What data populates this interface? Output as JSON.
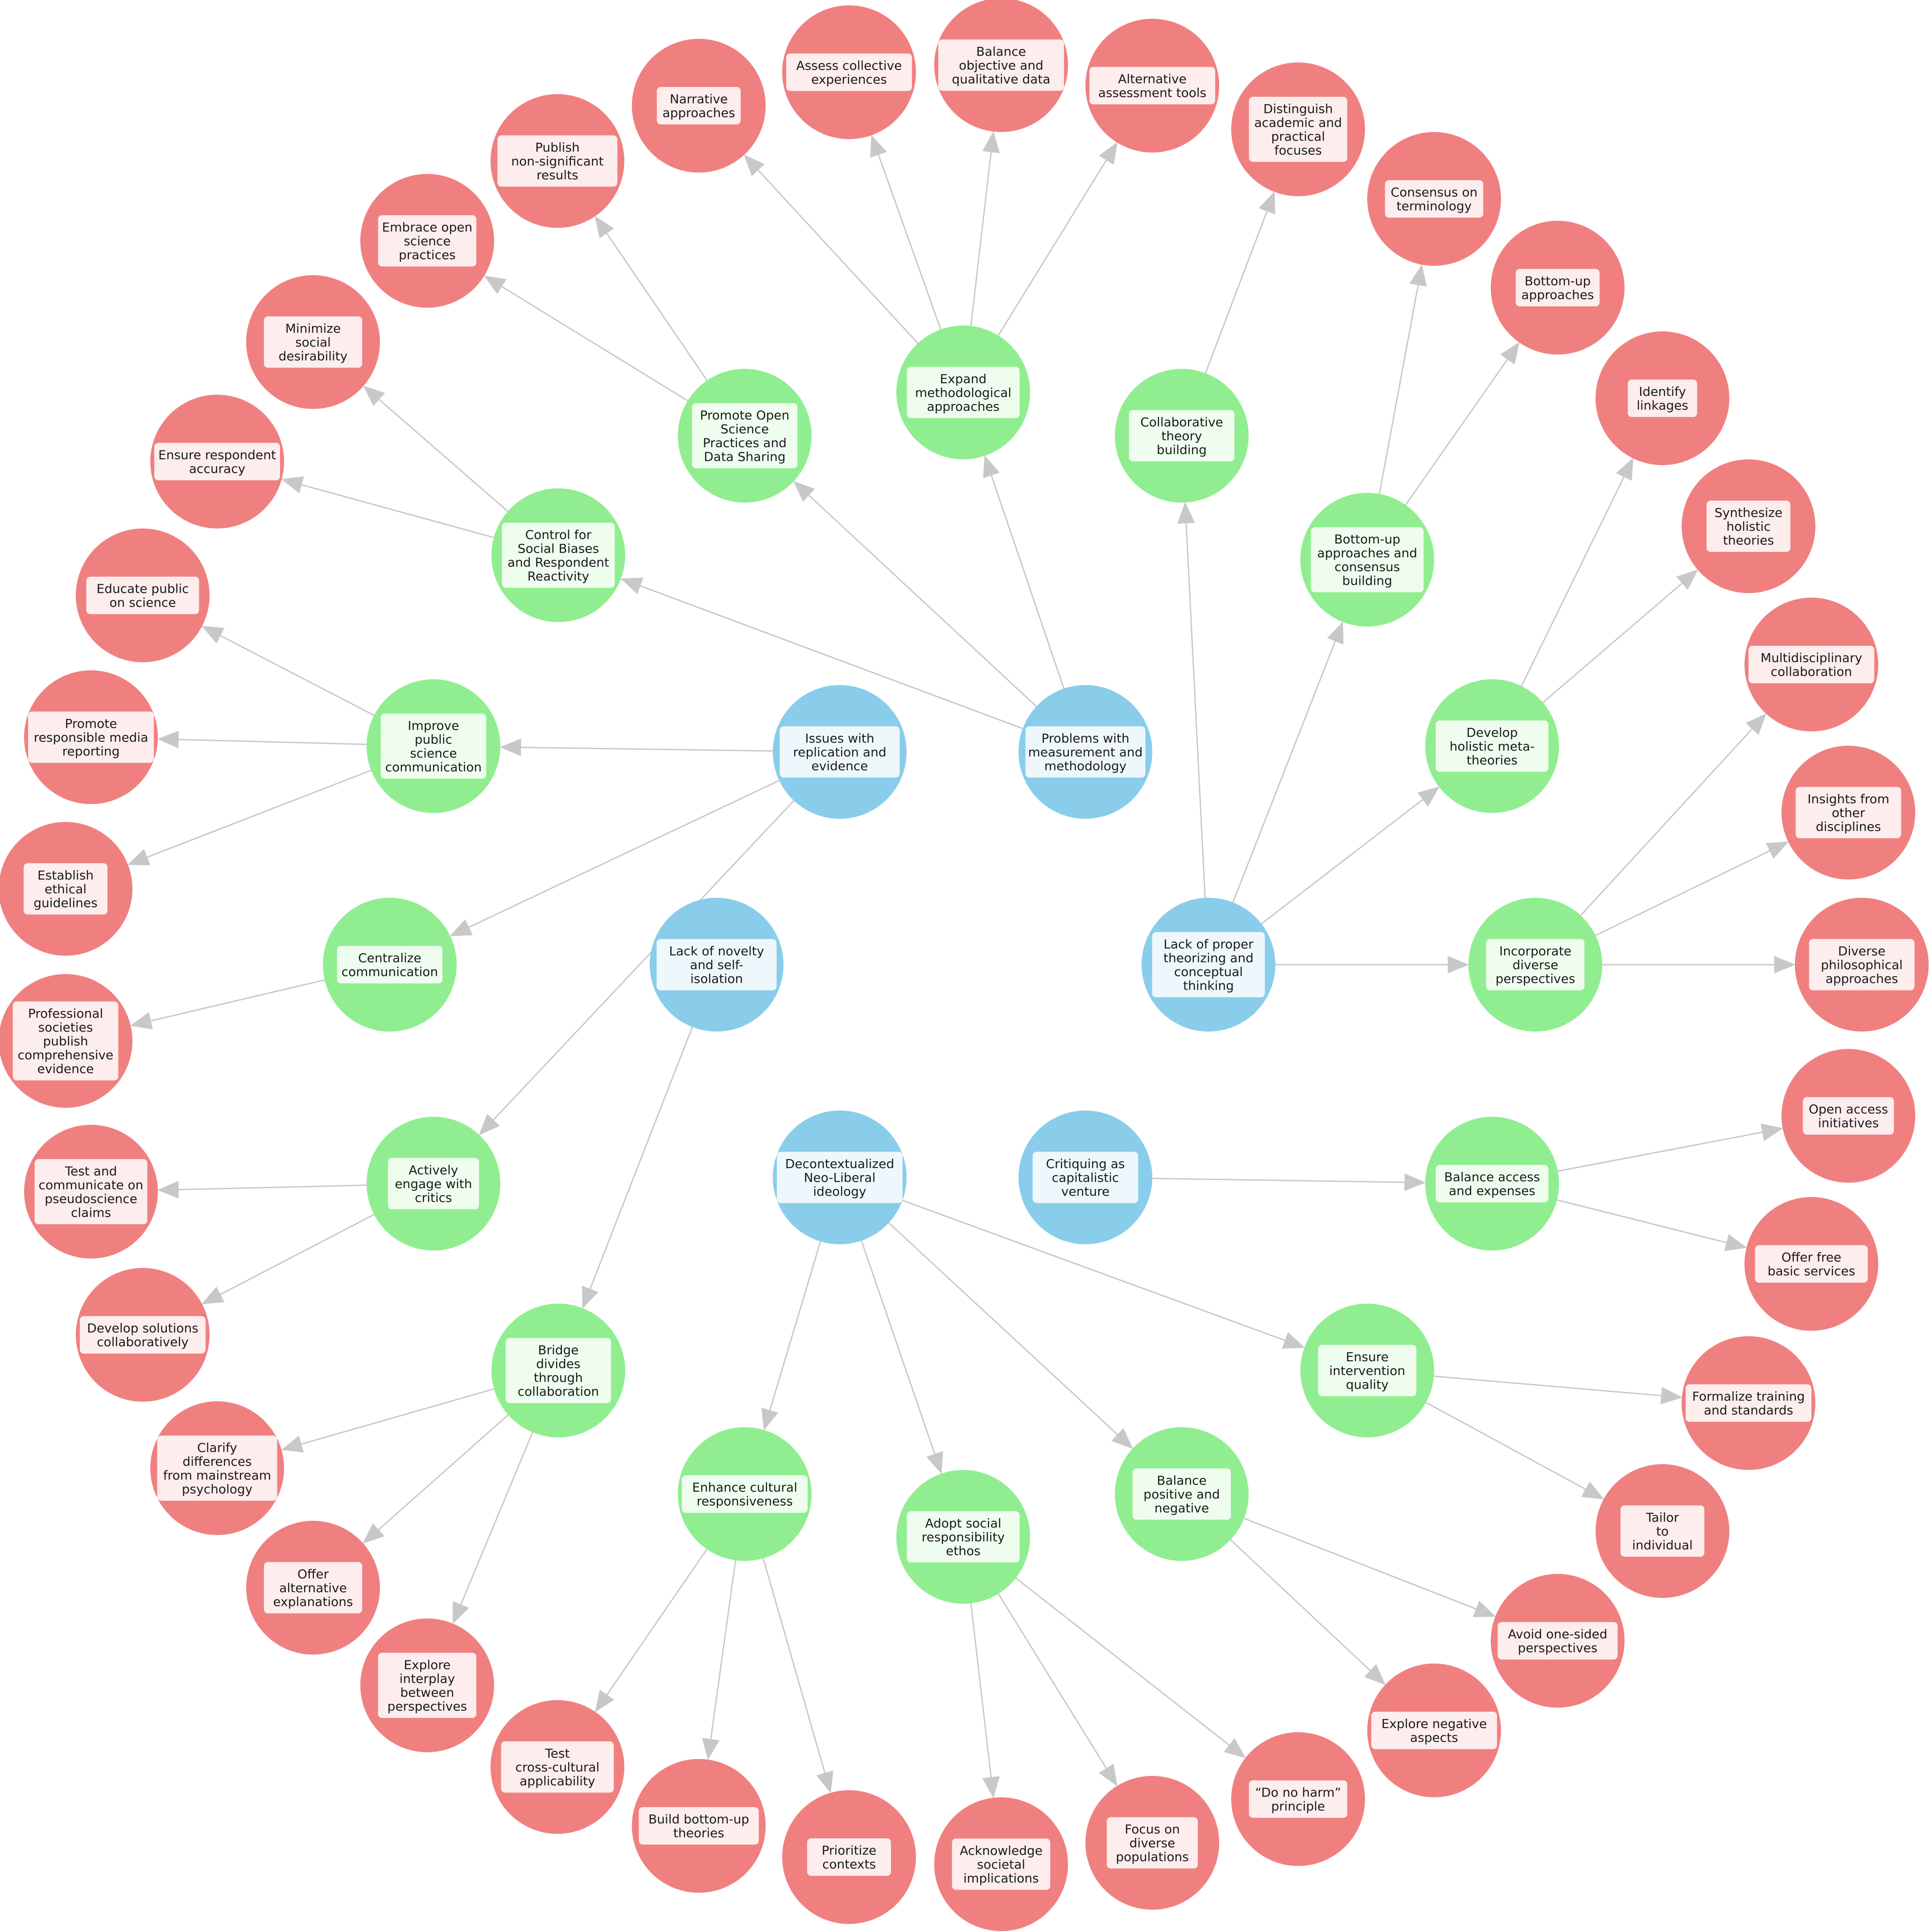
{
  "diagram": {
    "colors": {
      "problem": "#89cdeb",
      "solution": "#90ee90",
      "action": "#f08080",
      "edge": "#c8c8c8"
    },
    "nodes": [
      {
        "id": "p1",
        "type": "problem",
        "label": "Issues with replication and evidence"
      },
      {
        "id": "p2",
        "type": "problem",
        "label": "Problems with measurement and methodology"
      },
      {
        "id": "p3",
        "type": "problem",
        "label": "Lack of novelty and self-isolation"
      },
      {
        "id": "p4",
        "type": "problem",
        "label": "Lack of proper theorizing and conceptual thinking"
      },
      {
        "id": "p5",
        "type": "problem",
        "label": "Decontextualized Neo-Liberal ideology"
      },
      {
        "id": "p6",
        "type": "problem",
        "label": "Critiquing as capitalistic venture"
      },
      {
        "id": "s_pub",
        "type": "solution",
        "label": "Improve public science communication"
      },
      {
        "id": "s_cen",
        "type": "solution",
        "label": "Centralize communication"
      },
      {
        "id": "s_ctl",
        "type": "solution",
        "label": "Control for Social Biases and Respondent Reactivity"
      },
      {
        "id": "s_open",
        "type": "solution",
        "label": "Promote Open Science Practices and Data Sharing"
      },
      {
        "id": "s_exp",
        "type": "solution",
        "label": "Expand methodological approaches"
      },
      {
        "id": "s_eng",
        "type": "solution",
        "label": "Actively engage with critics"
      },
      {
        "id": "s_brd",
        "type": "solution",
        "label": "Bridge divides through collaboration"
      },
      {
        "id": "s_col",
        "type": "solution",
        "label": "Collaborative theory building"
      },
      {
        "id": "s_bot",
        "type": "solution",
        "label": "Bottom-up approaches and consensus building"
      },
      {
        "id": "s_hol",
        "type": "solution",
        "label": "Develop holistic meta-theories"
      },
      {
        "id": "s_inc",
        "type": "solution",
        "label": "Incorporate diverse perspectives"
      },
      {
        "id": "s_cult",
        "type": "solution",
        "label": "Enhance cultural responsiveness"
      },
      {
        "id": "s_soc",
        "type": "solution",
        "label": "Adopt social responsibility ethos"
      },
      {
        "id": "s_bal",
        "type": "solution",
        "label": "Balance positive and negative"
      },
      {
        "id": "s_ens",
        "type": "solution",
        "label": "Ensure intervention quality"
      },
      {
        "id": "s_acc",
        "type": "solution",
        "label": "Balance access and expenses"
      },
      {
        "id": "a_edu",
        "type": "action",
        "label": "Educate public on science"
      },
      {
        "id": "a_media",
        "type": "action",
        "label": "Promote responsible media reporting"
      },
      {
        "id": "a_eth",
        "type": "action",
        "label": "Establish ethical guidelines"
      },
      {
        "id": "a_prof",
        "type": "action",
        "label": "Professional societies publish comprehensive evidence"
      },
      {
        "id": "a_min",
        "type": "action",
        "label": "Minimize social desirability"
      },
      {
        "id": "a_ens",
        "type": "action",
        "label": "Ensure respondent accuracy"
      },
      {
        "id": "a_emb",
        "type": "action",
        "label": "Embrace open science practices"
      },
      {
        "id": "a_pubns",
        "type": "action",
        "label": "Publish non-significant results"
      },
      {
        "id": "a_nar",
        "type": "action",
        "label": "Narrative approaches"
      },
      {
        "id": "a_ass",
        "type": "action",
        "label": "Assess collective experiences"
      },
      {
        "id": "a_balobj",
        "type": "action",
        "label": "Balance objective and qualitative data"
      },
      {
        "id": "a_alt",
        "type": "action",
        "label": "Alternative assessment tools"
      },
      {
        "id": "a_test",
        "type": "action",
        "label": "Test and communicate on pseudoscience claims"
      },
      {
        "id": "a_dev",
        "type": "action",
        "label": "Develop solutions collaboratively"
      },
      {
        "id": "a_clar",
        "type": "action",
        "label": "Clarify differences from mainstream psychology"
      },
      {
        "id": "a_offalt",
        "type": "action",
        "label": "Offer alternative explanations"
      },
      {
        "id": "a_expl",
        "type": "action",
        "label": "Explore interplay between perspectives"
      },
      {
        "id": "a_dist",
        "type": "action",
        "label": "Distinguish academic and practical focuses"
      },
      {
        "id": "a_cons",
        "type": "action",
        "label": "Consensus on terminology"
      },
      {
        "id": "a_bua",
        "type": "action",
        "label": "Bottom-up approaches"
      },
      {
        "id": "a_idl",
        "type": "action",
        "label": "Identify linkages"
      },
      {
        "id": "a_syn",
        "type": "action",
        "label": "Synthesize holistic theories"
      },
      {
        "id": "a_mul",
        "type": "action",
        "label": "Multidisciplinary collaboration"
      },
      {
        "id": "a_ins",
        "type": "action",
        "label": "Insights from other disciplines"
      },
      {
        "id": "a_div",
        "type": "action",
        "label": "Diverse philosophical approaches"
      },
      {
        "id": "a_oa",
        "type": "action",
        "label": "Open access initiatives"
      },
      {
        "id": "a_ofb",
        "type": "action",
        "label": "Offer free basic services"
      },
      {
        "id": "a_form",
        "type": "action",
        "label": "Formalize training and standards"
      },
      {
        "id": "a_tai",
        "type": "action",
        "label": "Tailor to individual"
      },
      {
        "id": "a_avo",
        "type": "action",
        "label": "Avoid one-sided perspectives"
      },
      {
        "id": "a_expneg",
        "type": "action",
        "label": "Explore negative aspects"
      },
      {
        "id": "a_dnh",
        "type": "action",
        "label": "“Do no harm” principle"
      },
      {
        "id": "a_fdp",
        "type": "action",
        "label": "Focus on diverse populations"
      },
      {
        "id": "a_ack",
        "type": "action",
        "label": "Acknowledge societal implications"
      },
      {
        "id": "a_pri",
        "type": "action",
        "label": "Prioritize contexts"
      },
      {
        "id": "a_bbu",
        "type": "action",
        "label": "Build bottom-up theories"
      },
      {
        "id": "a_tcc",
        "type": "action",
        "label": "Test cross-cultural applicability"
      }
    ],
    "edges": [
      [
        "p1",
        "s_pub"
      ],
      [
        "p1",
        "s_cen"
      ],
      [
        "p1",
        "s_eng"
      ],
      [
        "p2",
        "s_ctl"
      ],
      [
        "p2",
        "s_open"
      ],
      [
        "p2",
        "s_exp"
      ],
      [
        "p3",
        "s_brd"
      ],
      [
        "p4",
        "s_col"
      ],
      [
        "p4",
        "s_bot"
      ],
      [
        "p4",
        "s_hol"
      ],
      [
        "p4",
        "s_inc"
      ],
      [
        "p5",
        "s_cult"
      ],
      [
        "p5",
        "s_soc"
      ],
      [
        "p5",
        "s_bal"
      ],
      [
        "p5",
        "s_ens"
      ],
      [
        "p6",
        "s_acc"
      ],
      [
        "s_pub",
        "a_edu"
      ],
      [
        "s_pub",
        "a_media"
      ],
      [
        "s_pub",
        "a_eth"
      ],
      [
        "s_cen",
        "a_prof"
      ],
      [
        "s_ctl",
        "a_min"
      ],
      [
        "s_ctl",
        "a_ens"
      ],
      [
        "s_open",
        "a_emb"
      ],
      [
        "s_open",
        "a_pubns"
      ],
      [
        "s_exp",
        "a_nar"
      ],
      [
        "s_exp",
        "a_ass"
      ],
      [
        "s_exp",
        "a_balobj"
      ],
      [
        "s_exp",
        "a_alt"
      ],
      [
        "s_eng",
        "a_test"
      ],
      [
        "s_eng",
        "a_dev"
      ],
      [
        "s_brd",
        "a_clar"
      ],
      [
        "s_brd",
        "a_offalt"
      ],
      [
        "s_brd",
        "a_expl"
      ],
      [
        "s_col",
        "a_dist"
      ],
      [
        "s_bot",
        "a_cons"
      ],
      [
        "s_bot",
        "a_bua"
      ],
      [
        "s_hol",
        "a_idl"
      ],
      [
        "s_hol",
        "a_syn"
      ],
      [
        "s_inc",
        "a_mul"
      ],
      [
        "s_inc",
        "a_ins"
      ],
      [
        "s_inc",
        "a_div"
      ],
      [
        "s_acc",
        "a_oa"
      ],
      [
        "s_acc",
        "a_ofb"
      ],
      [
        "s_ens",
        "a_form"
      ],
      [
        "s_ens",
        "a_tai"
      ],
      [
        "s_bal",
        "a_avo"
      ],
      [
        "s_bal",
        "a_expneg"
      ],
      [
        "s_soc",
        "a_dnh"
      ],
      [
        "s_soc",
        "a_fdp"
      ],
      [
        "s_soc",
        "a_ack"
      ],
      [
        "s_cult",
        "a_pri"
      ],
      [
        "s_cult",
        "a_bbu"
      ],
      [
        "s_cult",
        "a_tcc"
      ]
    ]
  }
}
